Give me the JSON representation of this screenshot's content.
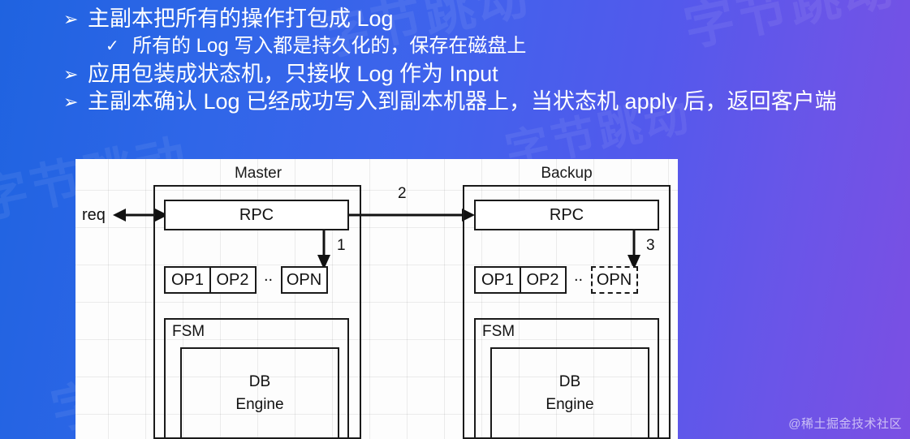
{
  "slide": {
    "background": {
      "gradient_from": "#1f63e0",
      "gradient_to": "#7b4fe3"
    },
    "watermark_text": "字节跳动",
    "corner_watermark": "@稀土掘金技术社区"
  },
  "bullets": [
    {
      "level": 1,
      "marker": "➢",
      "text": "主副本把所有的操作打包成 Log"
    },
    {
      "level": 2,
      "marker": "✓",
      "text": "所有的 Log 写入都是持久化的，保存在磁盘上"
    },
    {
      "level": 1,
      "marker": "➢",
      "text": "应用包装成状态机，只接收 Log 作为 Input"
    },
    {
      "level": 1,
      "marker": "➢",
      "text": "主副本确认 Log 已经成功写入到副本机器上，当状态机 apply 后，返回客户端"
    }
  ],
  "diagram": {
    "external_label": "req",
    "master": {
      "title": "Master",
      "rpc_label": "RPC",
      "ops": [
        "OP1",
        "OP2"
      ],
      "ops_ellipsis": "..",
      "op_last": "OPN",
      "op_last_style": "solid",
      "fsm_label": "FSM",
      "db_line1": "DB",
      "db_line2": "Engine"
    },
    "backup": {
      "title": "Backup",
      "rpc_label": "RPC",
      "ops": [
        "OP1",
        "OP2"
      ],
      "ops_ellipsis": "..",
      "op_last": "OPN",
      "op_last_style": "dashed",
      "fsm_label": "FSM",
      "db_line1": "DB",
      "db_line2": "Engine"
    },
    "arrow_labels": {
      "step1": "1",
      "step2": "2",
      "step3": "3"
    }
  }
}
